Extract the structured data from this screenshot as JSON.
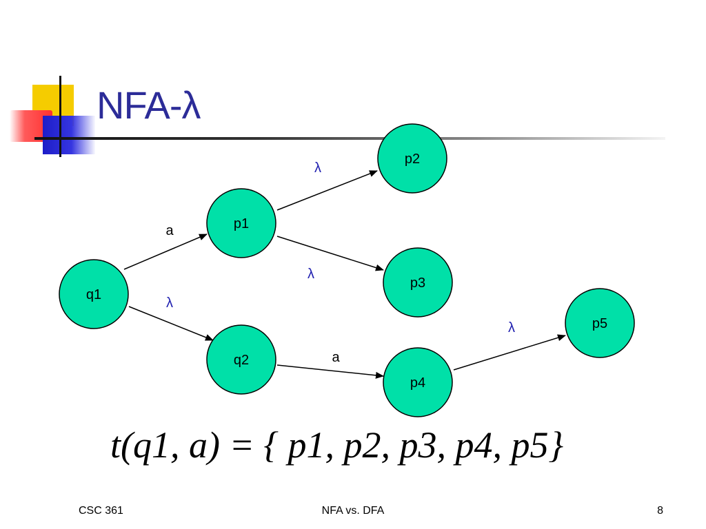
{
  "slide": {
    "title": "NFA-λ",
    "formula": "t(q1, a) = { p1, p2, p3, p4, p5}",
    "footer": {
      "left": "CSC 361",
      "center": "NFA vs. DFA",
      "right": "8"
    }
  },
  "colors": {
    "node_fill": "#00e0a8",
    "title": "#2c2c98",
    "lambda_label": "#2020b0"
  },
  "diagram": {
    "nodes": [
      {
        "id": "q1",
        "label": "q1"
      },
      {
        "id": "p1",
        "label": "p1"
      },
      {
        "id": "q2",
        "label": "q2"
      },
      {
        "id": "p2",
        "label": "p2"
      },
      {
        "id": "p3",
        "label": "p3"
      },
      {
        "id": "p4",
        "label": "p4"
      },
      {
        "id": "p5",
        "label": "p5"
      }
    ],
    "edges": [
      {
        "from": "q1",
        "to": "p1",
        "label": "a"
      },
      {
        "from": "q1",
        "to": "q2",
        "label": "λ"
      },
      {
        "from": "p1",
        "to": "p2",
        "label": "λ"
      },
      {
        "from": "p1",
        "to": "p3",
        "label": "λ"
      },
      {
        "from": "q2",
        "to": "p4",
        "label": "a"
      },
      {
        "from": "p4",
        "to": "p5",
        "label": "λ"
      }
    ]
  }
}
